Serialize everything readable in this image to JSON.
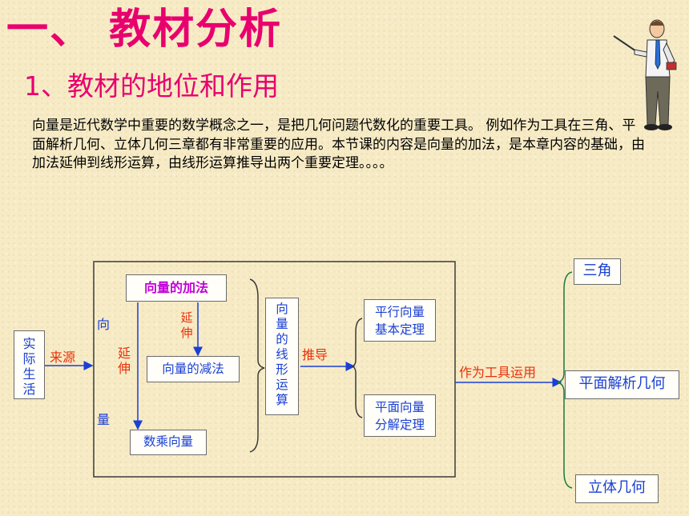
{
  "title": "一、 教材分析",
  "subtitle": "1、教材的地位和作用",
  "paragraph": "向量是近代数学中重要的数学概念之一，是把几何问题代数化的重要工具。 例如作为工具在三角、平面解析几何、立体几何三章都有非常重要的应用。本节课的内容是向量的加法，是本章内容的基础，由加法延伸到线形运算，由线形运算推导出两个重要定理。。。。",
  "diagram": {
    "real_life": "实际生活",
    "source": "来源",
    "vector_left": "向",
    "vector_right": "量",
    "extend_left": "延伸",
    "addition": "向量的加法",
    "extend_top": "延伸",
    "subtraction": "向量的减法",
    "scalar_mult": "数乘向量",
    "linear_ops": "向量的线形运算",
    "derive": "推导",
    "parallel_theorem": "平行向量基本定理",
    "plane_theorem": "平面向量分解定理",
    "as_tool": "作为工具运用",
    "trig": "三角",
    "plane_analytic": "平面解析几何",
    "solid_geometry": "立体几何"
  },
  "colors": {
    "title": "#e8006e",
    "box_text": "#1a3fd6",
    "label_text": "#e8300a",
    "addition_text": "#c000d8",
    "arrow": "#1a3fd6"
  }
}
